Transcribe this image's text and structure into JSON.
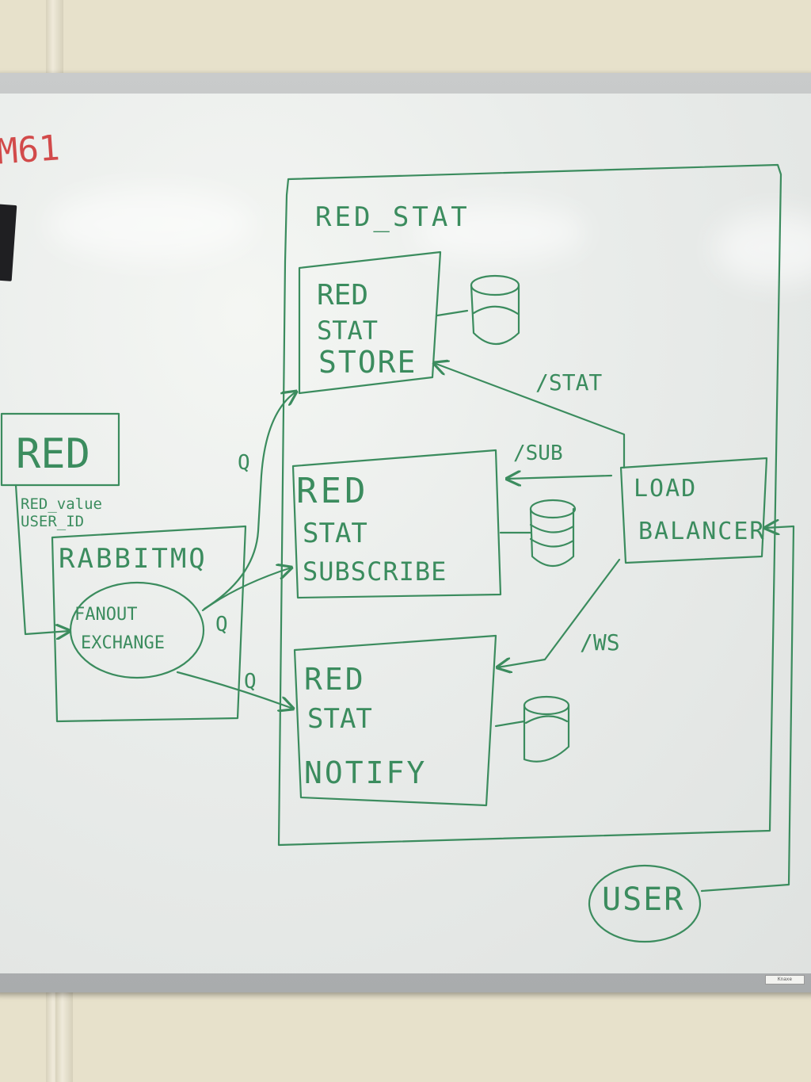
{
  "corner_mark": "M61",
  "container_label": "RED_STAT",
  "red_box": {
    "label": "RED"
  },
  "message_fields": [
    "RED_value",
    "USER_ID"
  ],
  "rabbitmq": {
    "label": "RABBITMQ",
    "exchange": [
      "FANOUT",
      "EXCHANGE"
    ]
  },
  "queue_label": "Q",
  "services": [
    {
      "lines": [
        "RED",
        "STAT",
        "STORE"
      ]
    },
    {
      "lines": [
        "RED",
        "STAT",
        "SUBSCRIBE"
      ]
    },
    {
      "lines": [
        "RED",
        "STAT",
        "NOTIFY"
      ]
    }
  ],
  "load_balancer": [
    "LOAD",
    "BALANCER"
  ],
  "routes": {
    "stat": "/STAT",
    "sub": "/SUB",
    "ws": "/WS"
  },
  "user": "USER",
  "sticker": "Knaxe",
  "colors": {
    "marker": "#3b8c5e",
    "marker_red": "#d24a4a",
    "board": "#e9ecea"
  }
}
